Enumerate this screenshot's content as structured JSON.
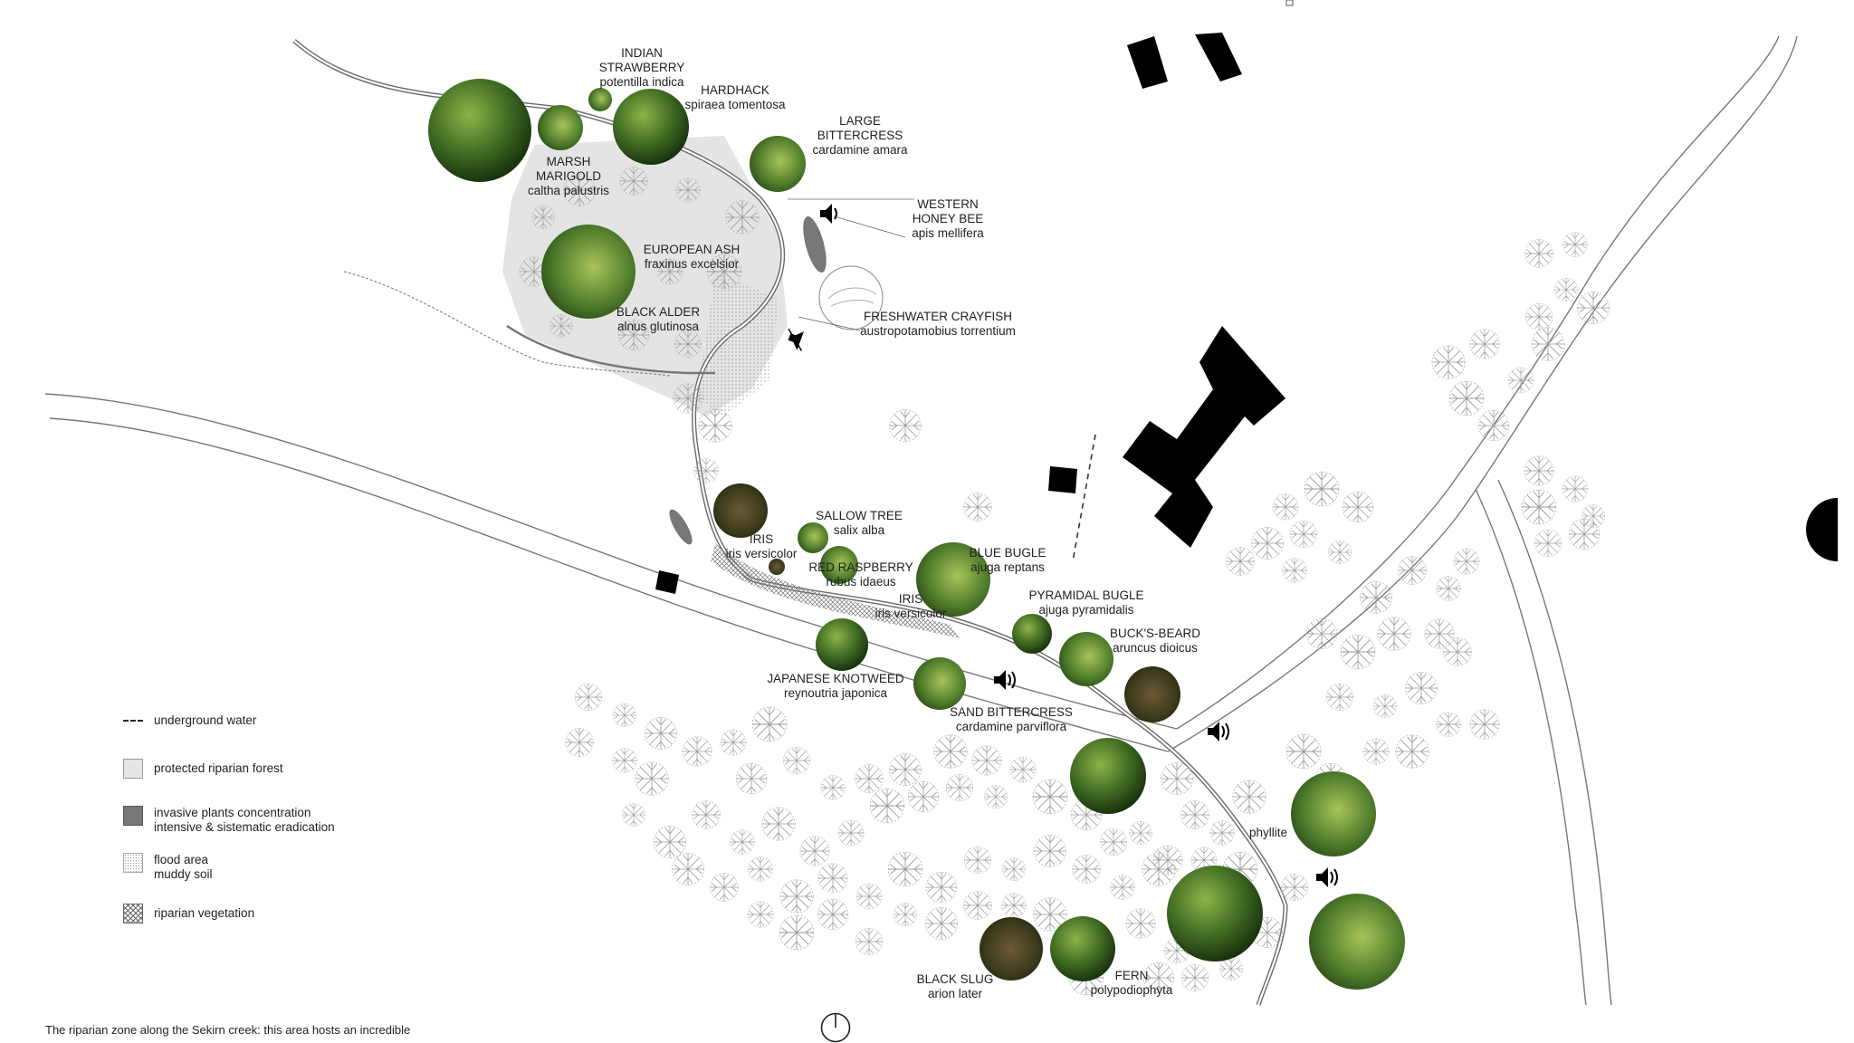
{
  "species": [
    {
      "id": "indian-strawberry",
      "common": "INDIAN\nSTRAWBERRY",
      "latin": "potentilla indica"
    },
    {
      "id": "hardhack",
      "common": "HARDHACK",
      "latin": "spiraea tomentosa"
    },
    {
      "id": "large-bittercress",
      "common": "LARGE\nBITTERCRESS",
      "latin": "cardamine amara"
    },
    {
      "id": "marsh-marigold",
      "common": "MARSH\nMARIGOLD",
      "latin": "caltha palustris"
    },
    {
      "id": "western-honey-bee",
      "common": "WESTERN\nHONEY BEE",
      "latin": "apis mellifera"
    },
    {
      "id": "european-ash",
      "common": "EUROPEAN ASH",
      "latin": "fraxinus excelsior"
    },
    {
      "id": "black-alder",
      "common": "BLACK ALDER",
      "latin": "alnus glutinosa"
    },
    {
      "id": "freshwater-crayfish",
      "common": "FRESHWATER CRAYFISH",
      "latin": "austropotamobius torrentium"
    },
    {
      "id": "sallow-tree",
      "common": "SALLOW TREE",
      "latin": "salix alba"
    },
    {
      "id": "iris-1",
      "common": "IRIS",
      "latin": "iris versicolor"
    },
    {
      "id": "blue-bugle",
      "common": "BLUE BUGLE",
      "latin": "ajuga reptans"
    },
    {
      "id": "red-raspberry",
      "common": "RED RASPBERRY",
      "latin": "rubus idaeus"
    },
    {
      "id": "iris-2",
      "common": "IRIS",
      "latin": "iris versicolor"
    },
    {
      "id": "pyramidal-bugle",
      "common": "PYRAMIDAL BUGLE",
      "latin": "ajuga pyramidalis"
    },
    {
      "id": "bucks-beard",
      "common": "BUCK'S-BEARD",
      "latin": "aruncus dioicus"
    },
    {
      "id": "japanese-knotweed",
      "common": "JAPANESE KNOTWEED",
      "latin": "reynoutria japonica"
    },
    {
      "id": "sand-bittercress",
      "common": "SAND BITTERCRESS",
      "latin": "cardamine parviflora"
    },
    {
      "id": "phyllite",
      "common": "phyllite",
      "latin": ""
    },
    {
      "id": "black-slug",
      "common": "BLACK SLUG",
      "latin": "arion later"
    },
    {
      "id": "fern",
      "common": "FERN",
      "latin": "polypodiophyta"
    }
  ],
  "legend": [
    {
      "id": "underground-water",
      "lines": [
        "underground water"
      ]
    },
    {
      "id": "protected-forest",
      "lines": [
        "protected riparian forest"
      ]
    },
    {
      "id": "invasive",
      "lines": [
        "invasive plants concentration",
        "intensive & sistematic eradication"
      ]
    },
    {
      "id": "flood",
      "lines": [
        "flood area",
        "muddy soil"
      ]
    },
    {
      "id": "riparian",
      "lines": [
        "riparian vegetation"
      ]
    }
  ],
  "caption": "The riparian zone along the Sekirn creek:  this area hosts an incredible",
  "colors": {
    "photo_dark": "#1f3a14",
    "photo_mid": "#3f6b22",
    "photo_light": "#7ea33c",
    "forest_fill": "#e2e2e2",
    "building": "#000000",
    "tree_stroke": "#9a9a9a"
  }
}
